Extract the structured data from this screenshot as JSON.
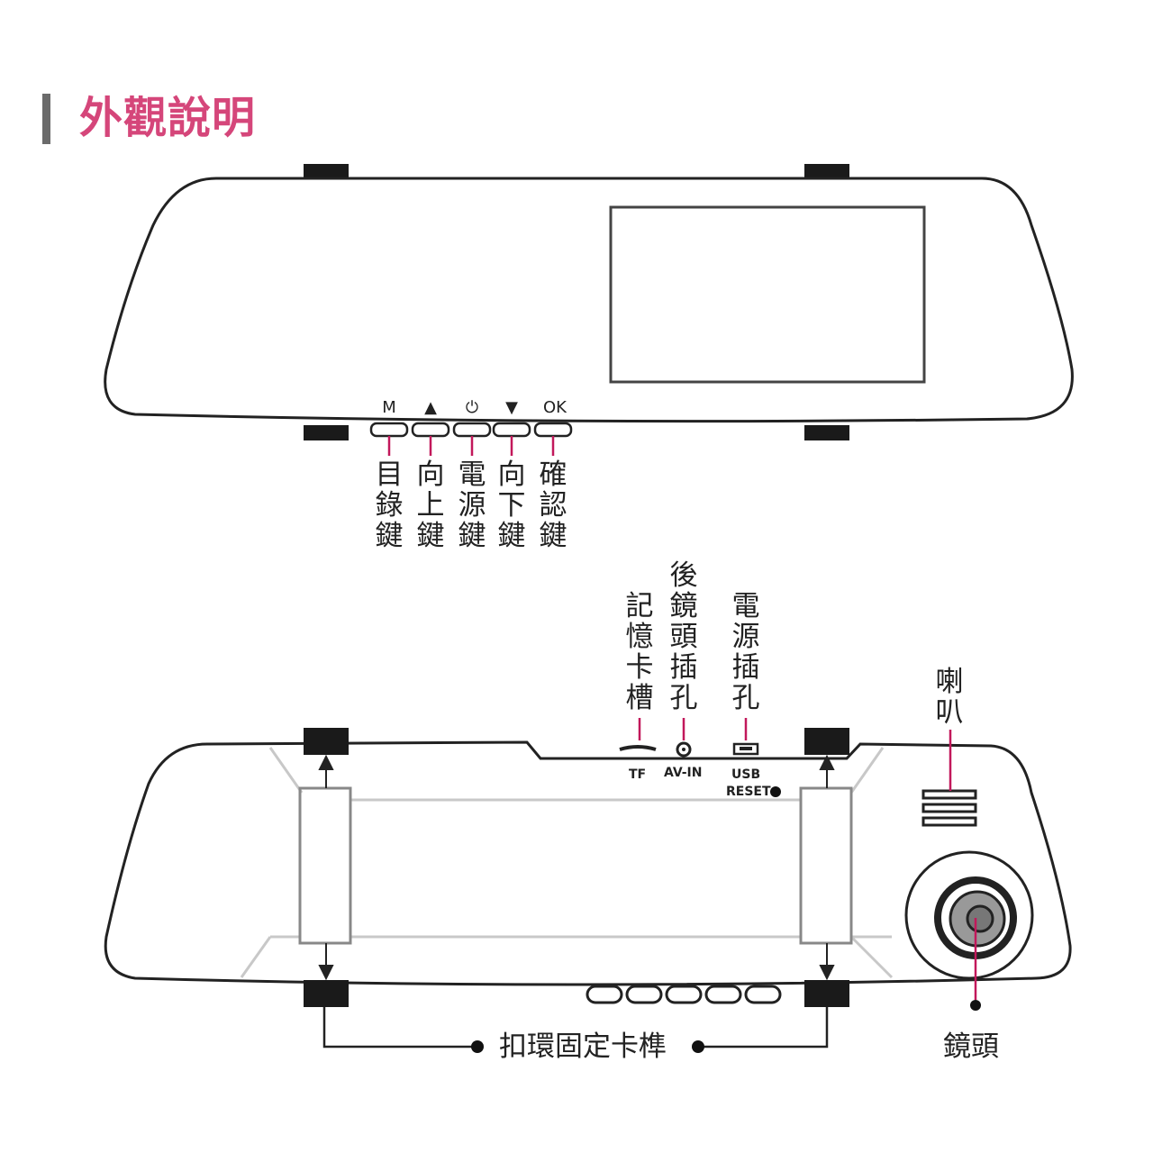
{
  "title": "外觀說明",
  "front": {
    "buttons": [
      {
        "symbol": "M",
        "label": "目錄鍵"
      },
      {
        "symbol": "▲",
        "label": "向上鍵"
      },
      {
        "symbol": "⏻",
        "label": "電源鍵"
      },
      {
        "symbol": "▼",
        "label": "向下鍵"
      },
      {
        "symbol": "OK",
        "label": "確認鍵"
      }
    ]
  },
  "back": {
    "ports": {
      "tf_label": "TF",
      "avin_label": "AV-IN",
      "usb_label": "USB",
      "reset_label": "RESET"
    },
    "callouts": {
      "memory_slot": "記憶卡槽",
      "rear_cam_jack": "後鏡頭插孔",
      "power_jack": "電源插孔",
      "speaker": "喇叭",
      "lens": "鏡頭",
      "mount_clips": "扣環固定卡榫"
    }
  },
  "colors": {
    "accent": "#d5467a",
    "leader": "#c2185b",
    "outline": "#222222",
    "gray_line": "#c8c8c8"
  }
}
